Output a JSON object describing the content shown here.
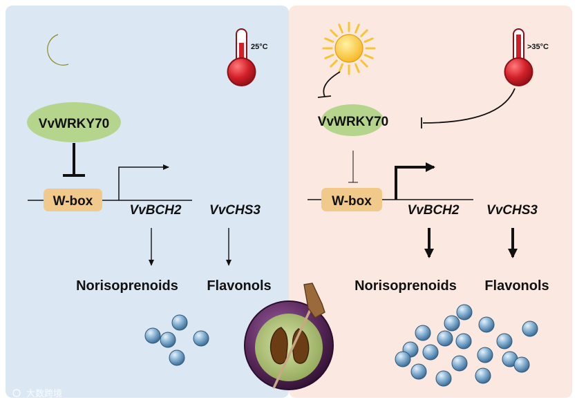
{
  "colors": {
    "left_panel": "#dbe8f4",
    "right_panel": "#fbe9e1",
    "wrky_ellipse": "#b5d48c",
    "wbox": "#f1c98a",
    "bead": "#6d9fc6",
    "grape_skin": "#5b2a5c",
    "grape_flesh": "#9fb26a",
    "seed": "#6b3d14",
    "sun": "#fbd33c",
    "thermo_red": "#d2202a"
  },
  "left": {
    "temperature": "25°C",
    "factor": "VvWRKY70",
    "element": "W-box",
    "gene1": "VvBCH2",
    "gene2": "VvCHS3",
    "product1": "Norisoprenoids",
    "product2": "Flavonols"
  },
  "right": {
    "temperature": ">35°C",
    "factor": "VvWRKY70",
    "element": "W-box",
    "gene1": "VvBCH2",
    "gene2": "VvCHS3",
    "product1": "Norisoprenoids",
    "product2": "Flavonols"
  },
  "icons": {
    "night": "moon-icon",
    "light": "sun-icon",
    "temperature": "thermometer-icon",
    "fruit": "grape-berry-icon"
  },
  "watermark": "大数跨境"
}
